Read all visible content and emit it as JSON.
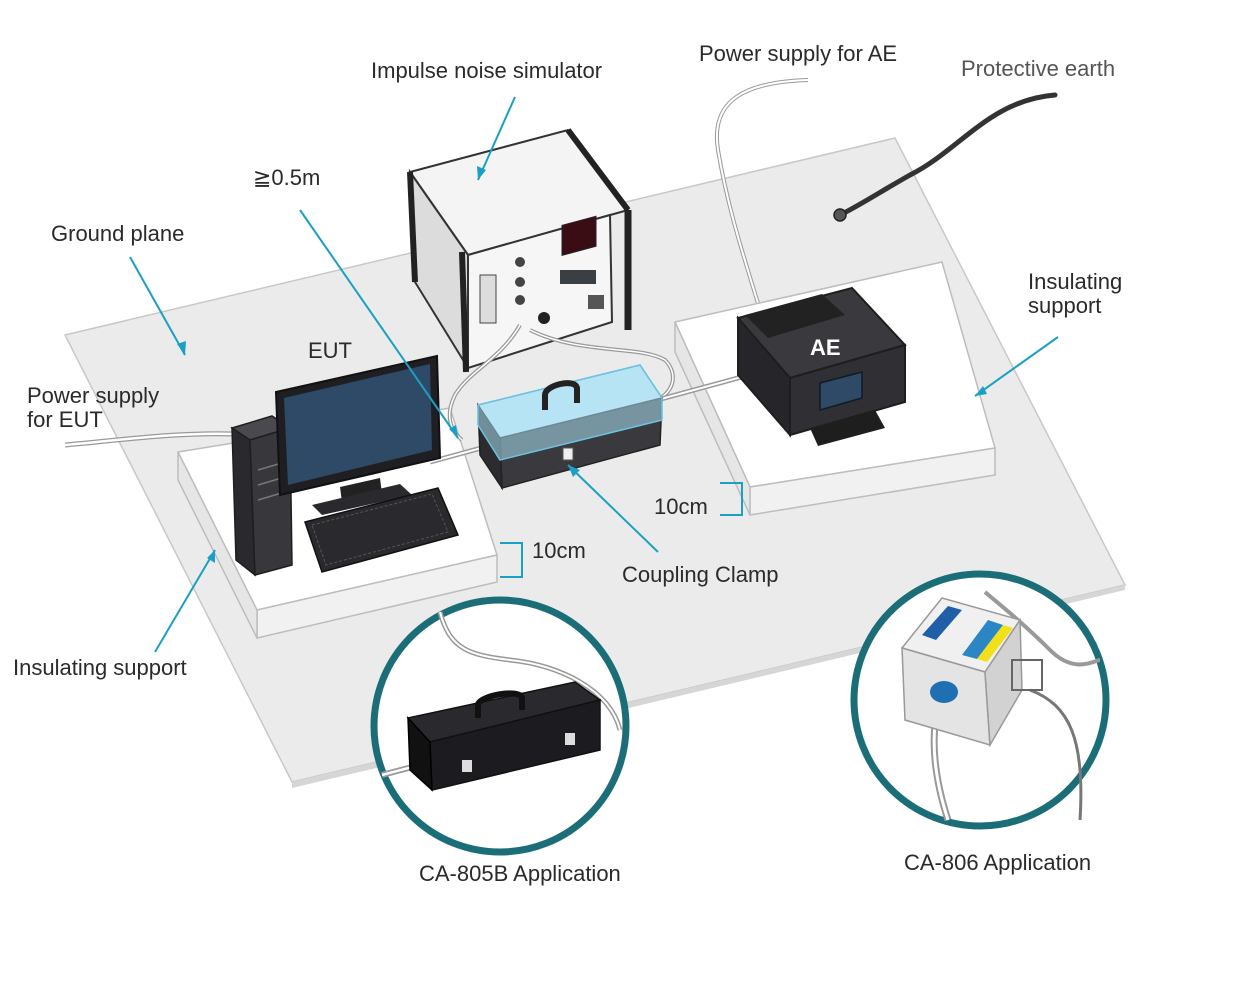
{
  "labels": {
    "impulse_noise_simulator": "Impulse noise simulator",
    "power_supply_ae": "Power supply for AE",
    "protective_earth": "Protective earth",
    "distance": "≧0.5m",
    "ground_plane": "Ground plane",
    "insulating_support_right": "Insulating\nsupport",
    "eut": "EUT",
    "ae": "AE",
    "power_supply_eut": "Power supply\nfor EUT",
    "height_right": "10cm",
    "height_left": "10cm",
    "coupling_clamp": "Coupling Clamp",
    "insulating_support_left": "Insulating support",
    "ca805b": "CA-805B Application",
    "ca806": "CA-806 Application"
  },
  "colors": {
    "leader": "#1aa0c4",
    "circle_ring": "#1b6e78",
    "ground": "#ebebeb",
    "clamp_glass": "#a9dff2",
    "device_dark": "#2f2f33",
    "monitor_screen": "#2e4a66"
  }
}
